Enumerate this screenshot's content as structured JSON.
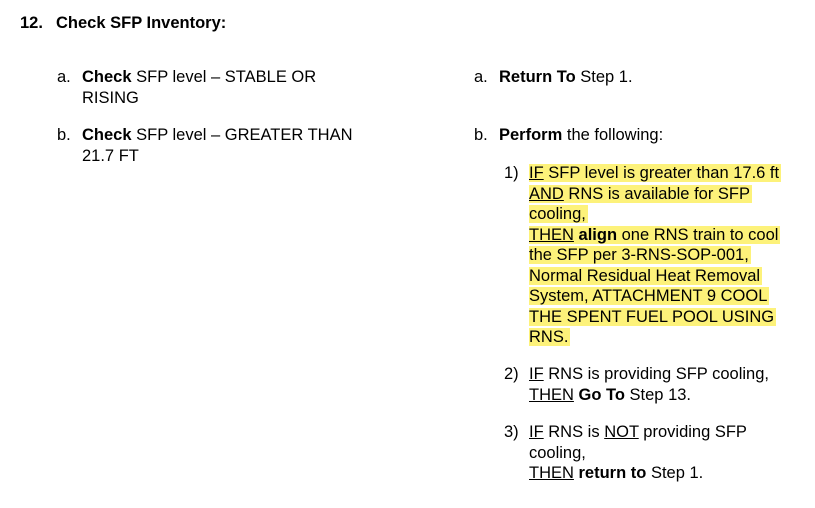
{
  "step": {
    "number": "12.",
    "title": "Check SFP Inventory:"
  },
  "left": {
    "a": {
      "label": "a.",
      "verb": "Check",
      "line1": " SFP level – STABLE OR",
      "line2": "RISING"
    },
    "b": {
      "label": "b.",
      "verb": "Check",
      "line1": " SFP level – GREATER THAN",
      "line2": "21.7 FT"
    }
  },
  "right": {
    "a": {
      "label": "a.",
      "verb": "Return To",
      "rest": " Step 1."
    },
    "b": {
      "label": "b.",
      "verb": "Perform",
      "rest": " the following:",
      "sub1": {
        "label": "1)",
        "if": "IF",
        "l1": " SFP level is greater than 17.6 ft",
        "and": "AND",
        "l2": " RNS is available for SFP",
        "l3": "cooling,",
        "then": "THEN",
        "align": "align",
        "l4": " one RNS train to cool",
        "l5": "the SFP per 3-RNS-SOP-001,",
        "l6": "Normal Residual Heat Removal",
        "l7": "System, ATTACHMENT 9 COOL",
        "l8": "THE SPENT FUEL POOL USING",
        "l9": "RNS."
      },
      "sub2": {
        "label": "2)",
        "if": "IF",
        "l1": " RNS is providing SFP cooling,",
        "then": "THEN",
        "goto": "Go To",
        "l2": " Step 13."
      },
      "sub3": {
        "label": "3)",
        "if": "IF",
        "l1a": " RNS is ",
        "not": "NOT",
        "l1b": " providing SFP",
        "l2": "cooling,",
        "then": "THEN",
        "ret": "return to",
        "l3": " Step 1."
      }
    }
  },
  "highlight_color": "#fdf27a"
}
